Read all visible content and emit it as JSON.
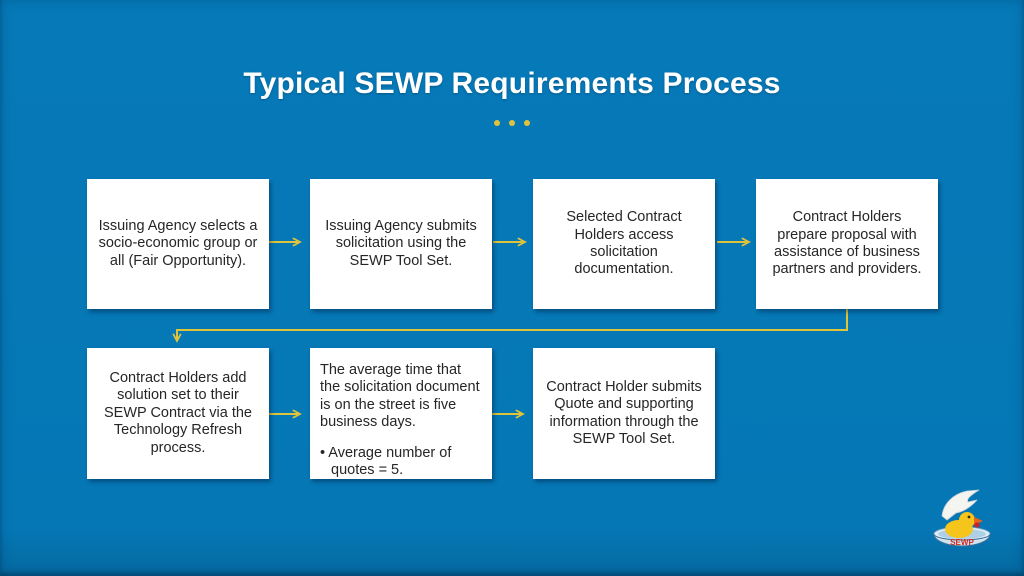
{
  "slide": {
    "title": "Typical SEWP Requirements Process",
    "separator_dot_count": 3,
    "colors": {
      "background": "#0577B6",
      "accent_gold": "#DFC33B",
      "box_fill": "#FFFFFF",
      "box_text": "#262626",
      "title_text": "#FFFFFF"
    }
  },
  "flowchart": {
    "row1": [
      {
        "text": "Issuing Agency selects a socio-economic group or all (Fair Opportunity)."
      },
      {
        "text": "Issuing Agency submits solicitation using the SEWP Tool Set."
      },
      {
        "text": "Selected Contract Holders access solicitation documentation."
      },
      {
        "text": "Contract Holders prepare proposal with assistance of business partners and providers."
      }
    ],
    "row2": [
      {
        "text": "Contract Holders add solution set to their SEWP Contract via the Technology Refresh process."
      },
      {
        "text": "The average time that the solicitation document is on the street is five business days.",
        "bullet": "• Average number of quotes = 5."
      },
      {
        "text": "Contract Holder submits Quote and supporting information through the SEWP Tool Set."
      }
    ]
  },
  "logo": {
    "name": "sewp-duck-logo",
    "label": "SEWP"
  }
}
